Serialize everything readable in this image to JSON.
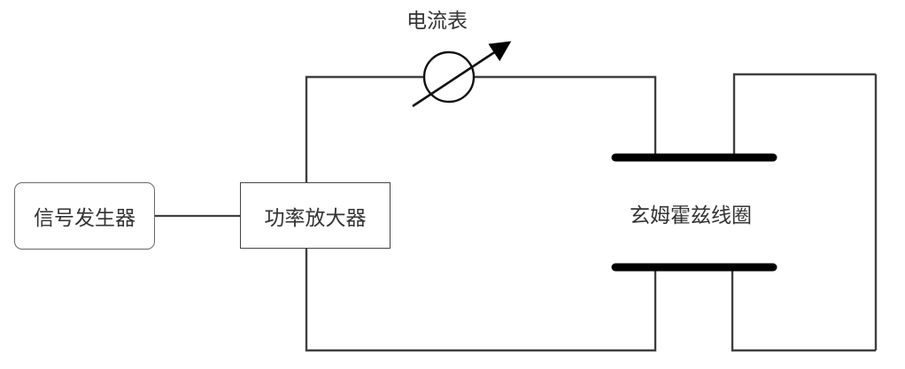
{
  "diagram": {
    "title": "Helmholtz coil circuit schematic",
    "background_color": "#ffffff",
    "wire_color": "#3f3f3f",
    "coil_color": "#000000",
    "label_color": "#333333",
    "box_border_color": "#555555"
  },
  "components": {
    "signal_generator": {
      "label": "信号发生器",
      "shape": "rounded-rectangle"
    },
    "power_amplifier": {
      "label": "功率放大器",
      "shape": "rectangle"
    },
    "ammeter": {
      "label": "电流表",
      "icon": "ammeter-circle-arrow-icon",
      "shape": "circle-with-diagonal-arrow"
    },
    "helmholtz_coil": {
      "label": "玄姆霍兹线圈",
      "icon": "coil-bar-icon",
      "bars": 2
    }
  },
  "wires": {
    "generator_to_amplifier": "horizontal link",
    "amplifier_top_to_ammeter": "up and right",
    "ammeter_to_top_coil": "right and down",
    "top_coil_to_right_rail": "up and right",
    "right_rail": "vertical right side",
    "right_rail_to_bottom_coil": "left and up",
    "bottom_coil_to_amplifier": "left and up"
  }
}
